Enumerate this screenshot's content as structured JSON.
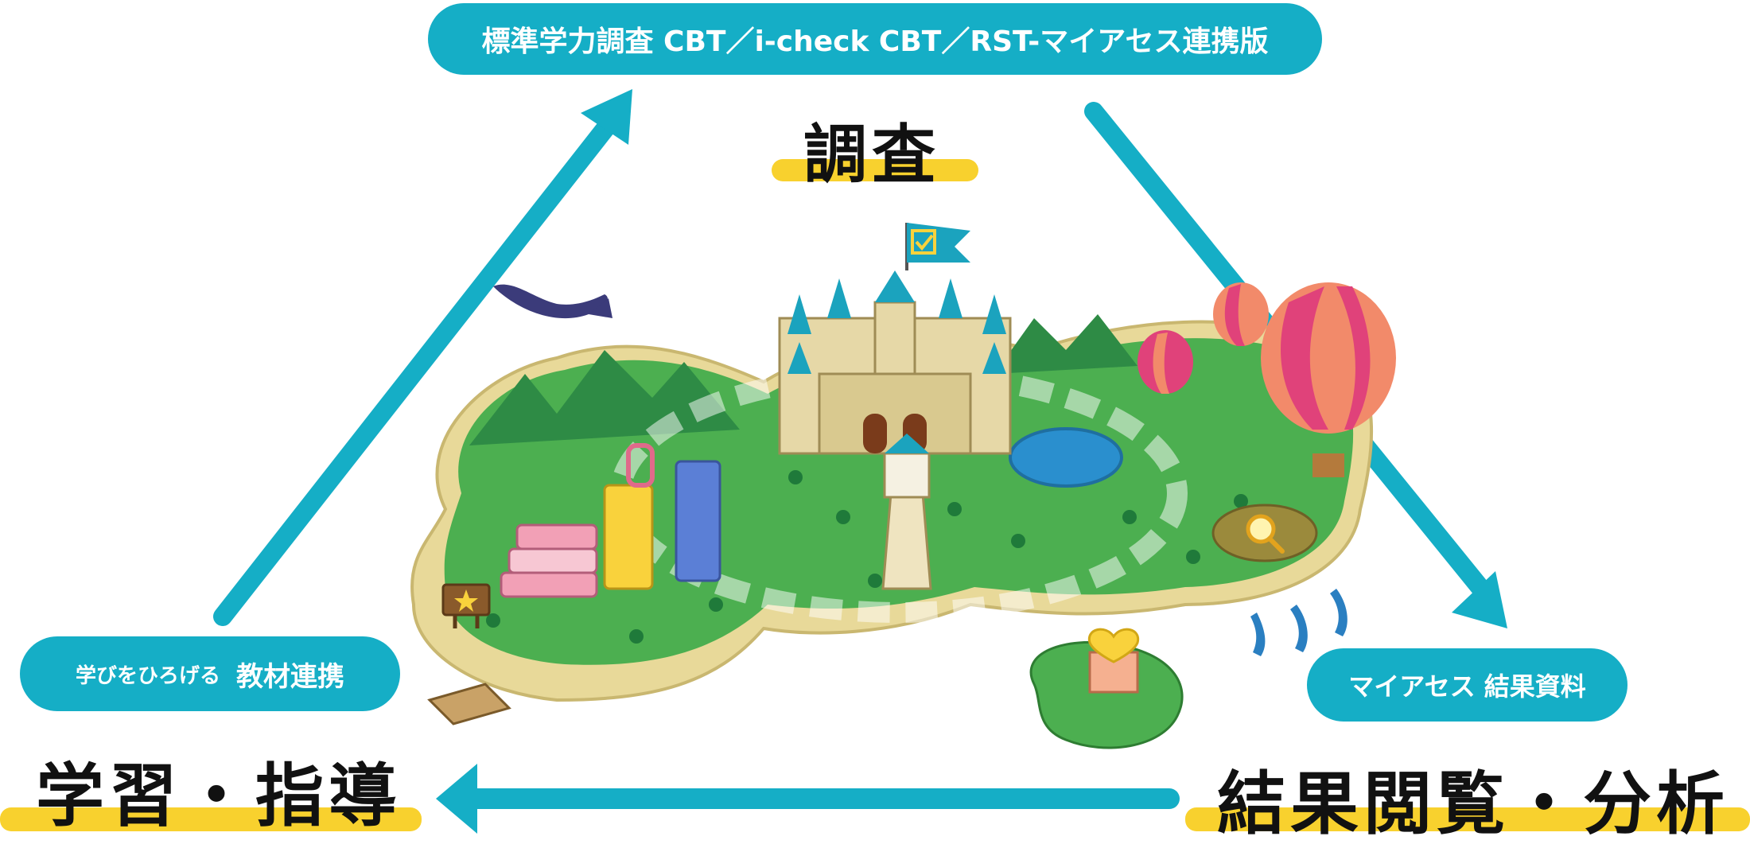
{
  "top_pill": "標準学力調査 CBT／i-check CBT／RST-マイアセス連携版",
  "left_pill": {
    "prefix": "学びをひろげる",
    "main": "教材連携"
  },
  "right_pill": "マイアセス 結果資料",
  "stages": {
    "survey": "調査",
    "learning": "学習・指導",
    "results": "結果閲覧・分析"
  },
  "colors": {
    "accent": "#15aec6",
    "highlight": "#f8d12e",
    "land": "#4caf50",
    "beach": "#e8d999"
  },
  "icons": [
    "flag-check-icon",
    "magnifier-icon",
    "star-sign-icon",
    "heart-house-icon"
  ]
}
